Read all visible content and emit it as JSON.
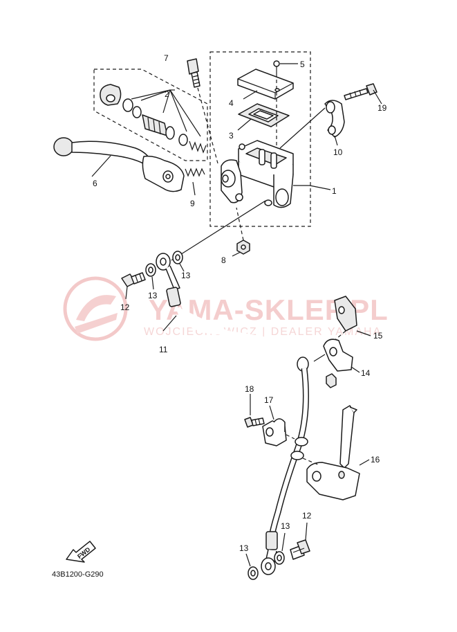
{
  "watermark": {
    "title": "YAMA-SKLEP.PL",
    "subtitle": "WOJCIECHOWICZ | DEALER YAMAHA",
    "logo": "yama-sklep-logo"
  },
  "diagram_code": "43B1200-G290",
  "fwd_label": "FWD",
  "callouts": [
    "1",
    "2",
    "3",
    "4",
    "5",
    "6",
    "7",
    "8",
    "9",
    "10",
    "11",
    "12",
    "12",
    "13",
    "13",
    "13",
    "13",
    "14",
    "15",
    "16",
    "17",
    "18",
    "19"
  ]
}
